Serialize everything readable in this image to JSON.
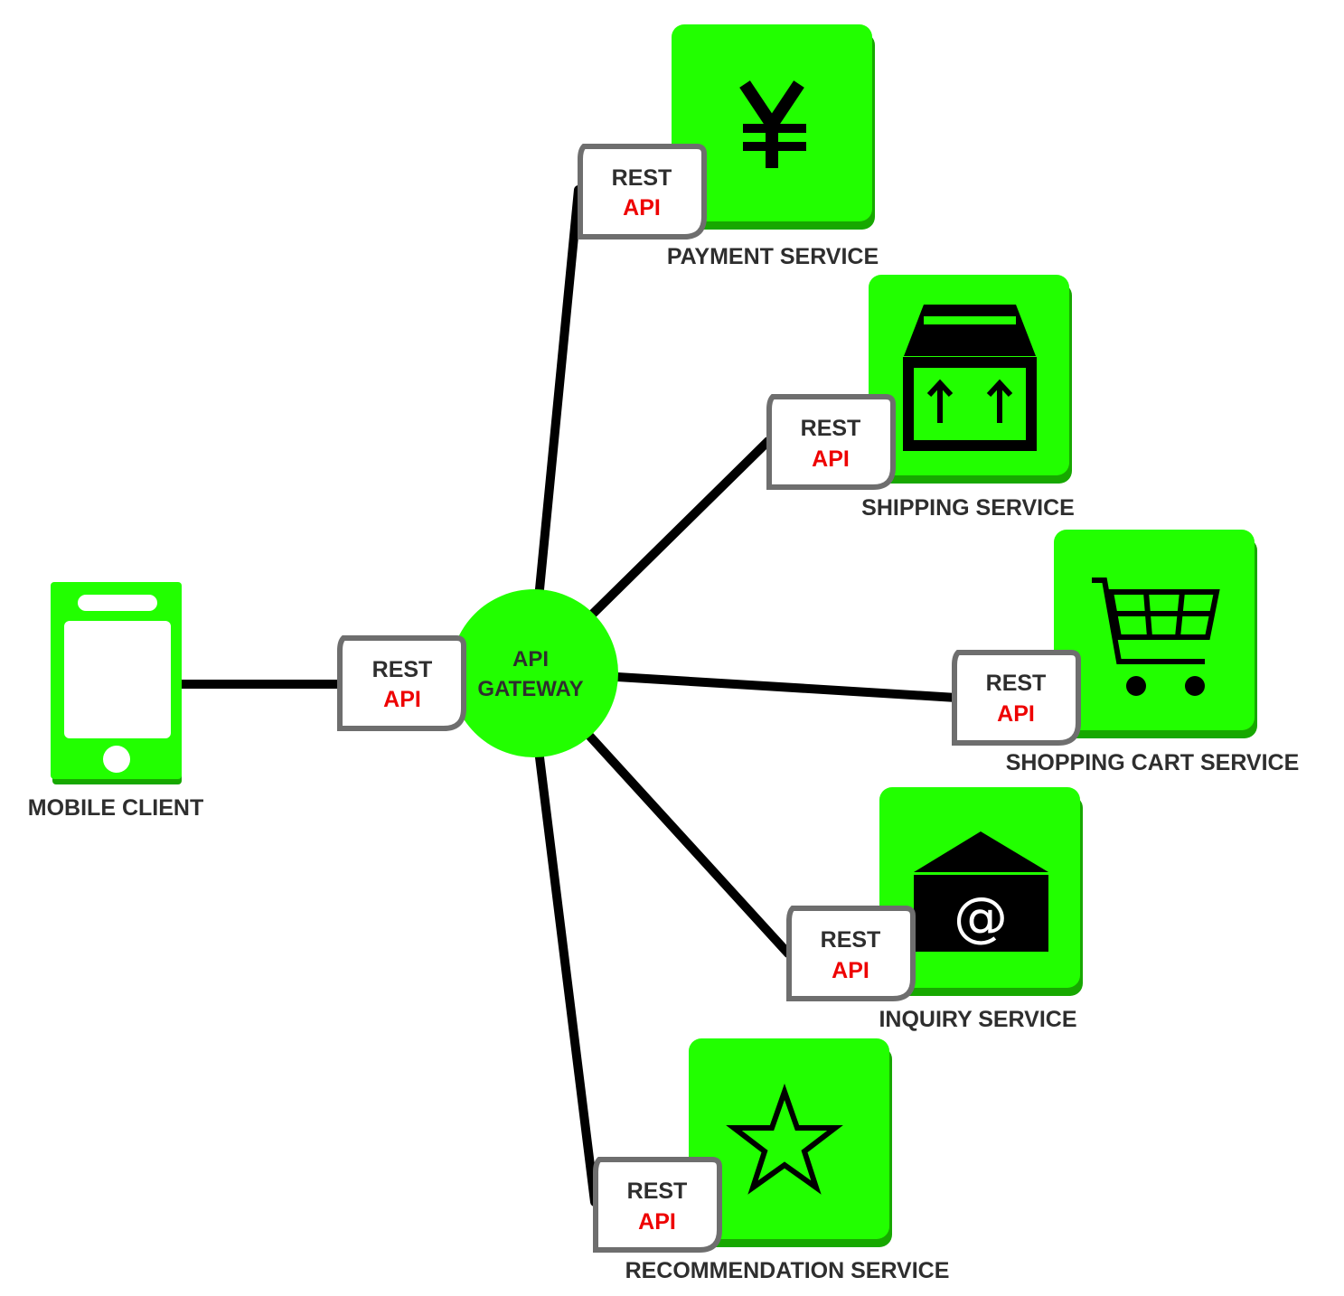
{
  "colors": {
    "service_green": "#22ff00",
    "service_shadow": "#17a800",
    "line": "#000000",
    "badge_border": "#6e6e6e",
    "label_text": "#2e2e2e",
    "api_text": "#ee0000"
  },
  "client": {
    "label": "MOBILE CLIENT",
    "icon": "smartphone-icon"
  },
  "gateway": {
    "label_line1": "API",
    "label_line2": "GATEWAY"
  },
  "badges": [
    {
      "line1": "REST",
      "line2": "API"
    },
    {
      "line1": "REST",
      "line2": "API"
    },
    {
      "line1": "REST",
      "line2": "API"
    },
    {
      "line1": "REST",
      "line2": "API"
    },
    {
      "line1": "REST",
      "line2": "API"
    },
    {
      "line1": "REST",
      "line2": "API"
    }
  ],
  "services": [
    {
      "label": "PAYMENT SERVICE",
      "icon": "yen-icon"
    },
    {
      "label": "SHIPPING SERVICE",
      "icon": "package-icon"
    },
    {
      "label": "SHOPPING CART SERVICE",
      "icon": "shopping-cart-icon"
    },
    {
      "label": "INQUIRY SERVICE",
      "icon": "email-envelope-icon"
    },
    {
      "label": "RECOMMENDATION SERVICE",
      "icon": "star-icon"
    }
  ]
}
